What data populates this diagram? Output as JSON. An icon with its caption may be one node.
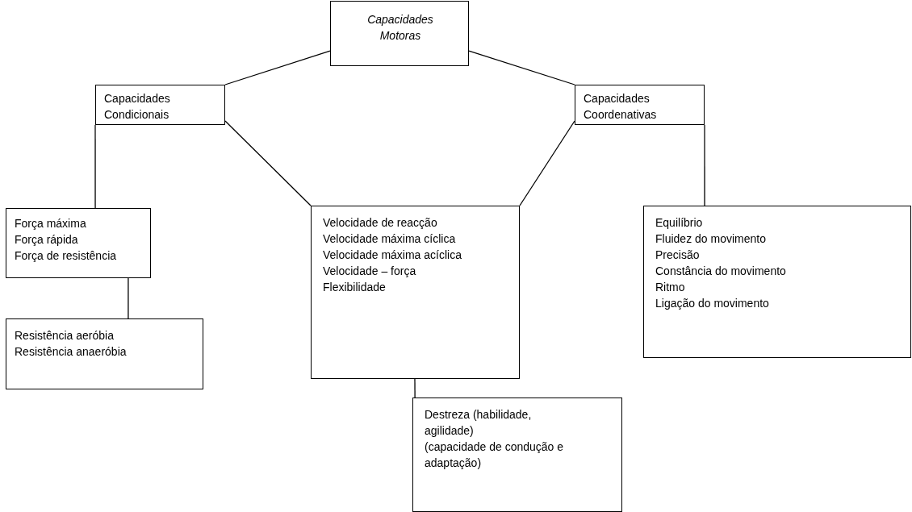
{
  "diagram": {
    "nodes": [
      {
        "text": [
          "Capacidades Motoras"
        ]
      },
      {
        "text": [
          "Capacidades Condicionais"
        ]
      },
      {
        "text": [
          "Capacidades Coordenativas"
        ]
      },
      {
        "text": [
          "Força máxima",
          "Força rápida",
          "Força de resistência"
        ]
      },
      {
        "text": [
          "Resistência aeróbia",
          "Resistência anaeróbia"
        ]
      },
      {
        "text": [
          "Velocidade de reacção",
          "Velocidade máxima cíclica",
          "Velocidade máxima acíclica",
          "Velocidade – força",
          "Flexibilidade"
        ]
      },
      {
        "text": [
          "Destreza (habilidade, agilidade)",
          "(capacidade de condução e adaptação)"
        ]
      },
      {
        "text": [
          "Equilíbrio",
          "Fluidez do movimento",
          "Precisão",
          "Constância do movimento",
          "Ritmo",
          "Ligação do movimento"
        ]
      }
    ],
    "edges": [
      {
        "from": 0,
        "to": 1,
        "arrow": "none"
      },
      {
        "from": 0,
        "to": 2,
        "arrow": "none"
      },
      {
        "from": 1,
        "to": 5,
        "arrow": "none"
      },
      {
        "from": 2,
        "to": 5,
        "arrow": "none"
      },
      {
        "from": 1,
        "to": 3,
        "arrow": "none"
      },
      {
        "from": 2,
        "to": 7,
        "arrow": "none"
      },
      {
        "from": 3,
        "to": 4,
        "arrow": "none"
      },
      {
        "from": 5,
        "to": 6,
        "arrow": "none"
      }
    ]
  }
}
